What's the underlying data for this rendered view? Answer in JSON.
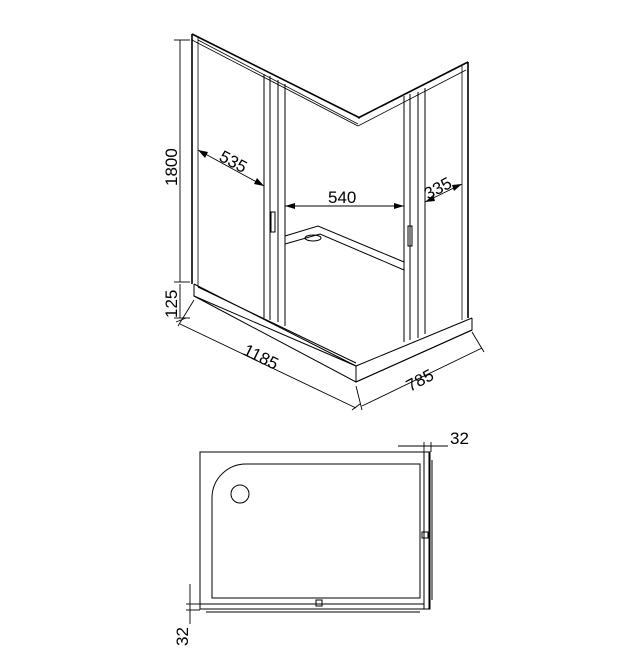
{
  "cabin_view": {
    "dimensions": {
      "height_panel": "1800",
      "height_tray": "125",
      "front_panel_width": "535",
      "door_opening": "540",
      "side_panel_width": "335",
      "length": "1185",
      "depth": "785"
    }
  },
  "plan_view": {
    "dimensions": {
      "profile_top": "32",
      "profile_left": "32"
    }
  },
  "colors": {
    "line": "#000000",
    "background": "#ffffff"
  }
}
